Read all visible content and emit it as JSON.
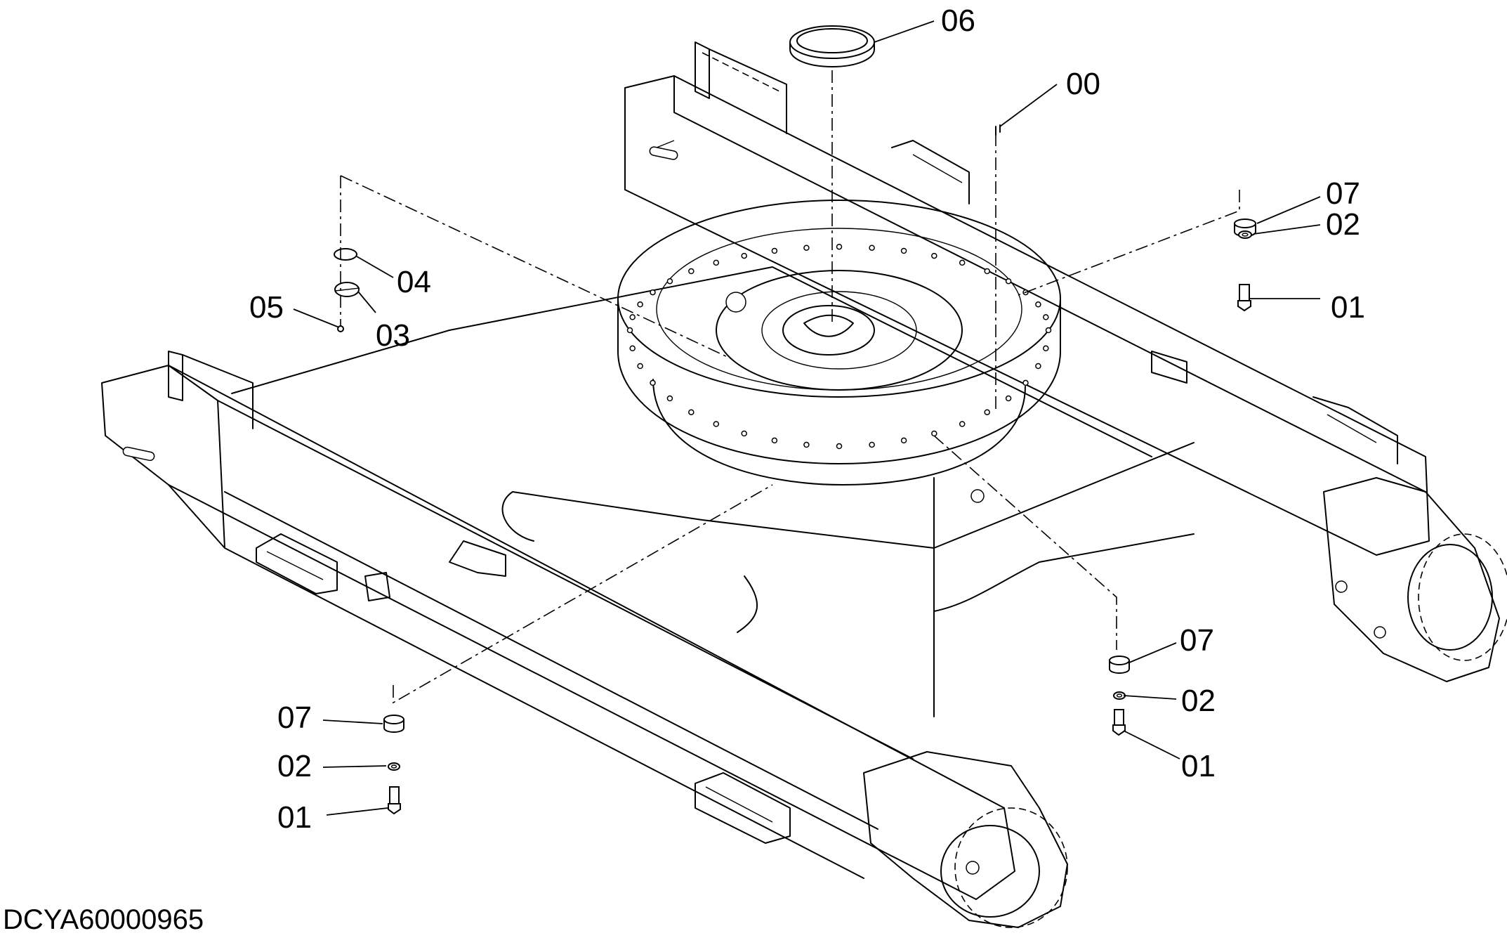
{
  "drawing": {
    "document_id": "DCYA60000965",
    "callouts": [
      {
        "key": "c06",
        "label": "06"
      },
      {
        "key": "c00",
        "label": "00"
      },
      {
        "key": "c07r",
        "label": "07"
      },
      {
        "key": "c02r",
        "label": "02"
      },
      {
        "key": "c01r",
        "label": "01"
      },
      {
        "key": "c04",
        "label": "04"
      },
      {
        "key": "c05",
        "label": "05"
      },
      {
        "key": "c03",
        "label": "03"
      },
      {
        "key": "c07m",
        "label": "07"
      },
      {
        "key": "c02m",
        "label": "02"
      },
      {
        "key": "c01m",
        "label": "01"
      },
      {
        "key": "c07l",
        "label": "07"
      },
      {
        "key": "c02l",
        "label": "02"
      },
      {
        "key": "c01l",
        "label": "01"
      }
    ]
  }
}
